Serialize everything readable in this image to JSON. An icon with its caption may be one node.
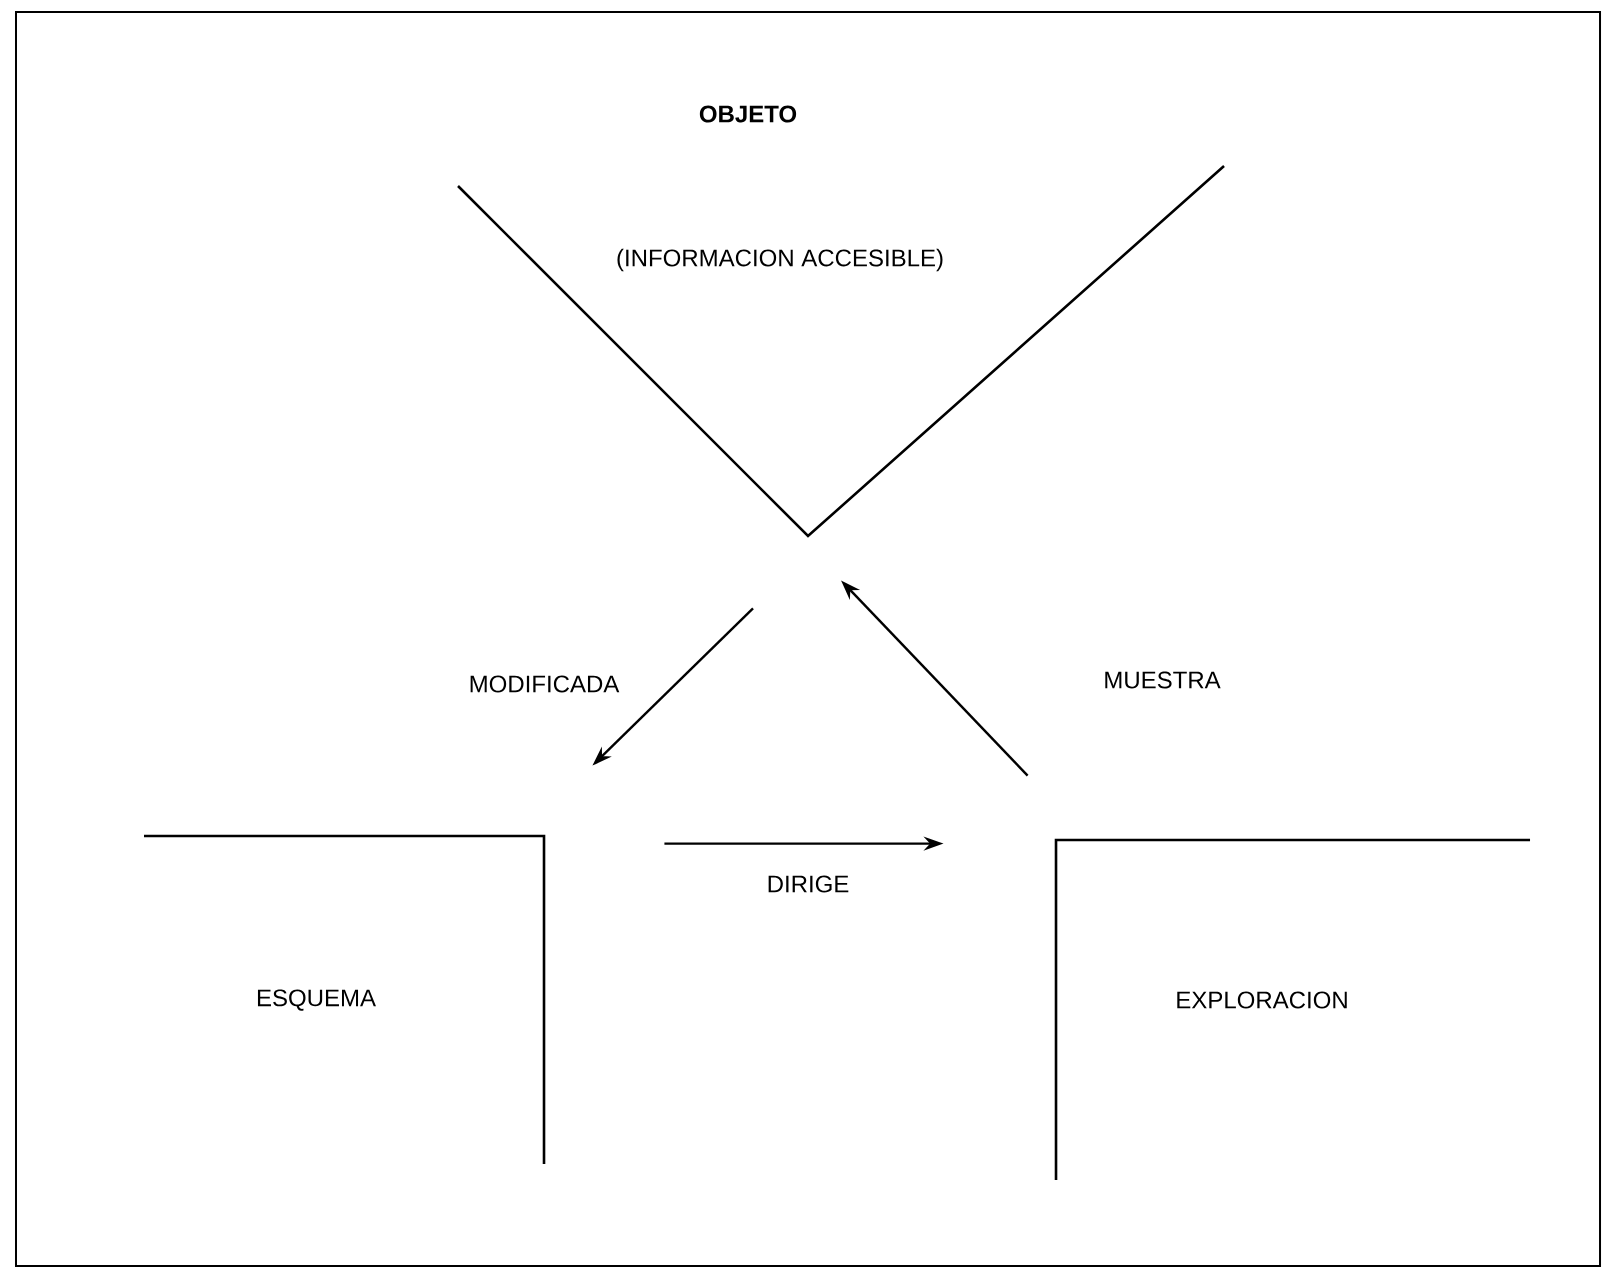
{
  "diagram": {
    "nodes": [
      {
        "text": [
          "OBJETO",
          "(INFORMACION ACCESIBLE)"
        ]
      },
      {
        "text": [
          "ESQUEMA"
        ]
      },
      {
        "text": [
          "EXPLORACION"
        ]
      }
    ],
    "edges": [
      {
        "from": 0,
        "to": 1,
        "arrow": "to",
        "label": "MODIFICADA"
      },
      {
        "from": 1,
        "to": 2,
        "arrow": "to",
        "label": "DIRIGE"
      },
      {
        "from": 2,
        "to": 0,
        "arrow": "to",
        "label": "MUESTRA"
      }
    ]
  }
}
